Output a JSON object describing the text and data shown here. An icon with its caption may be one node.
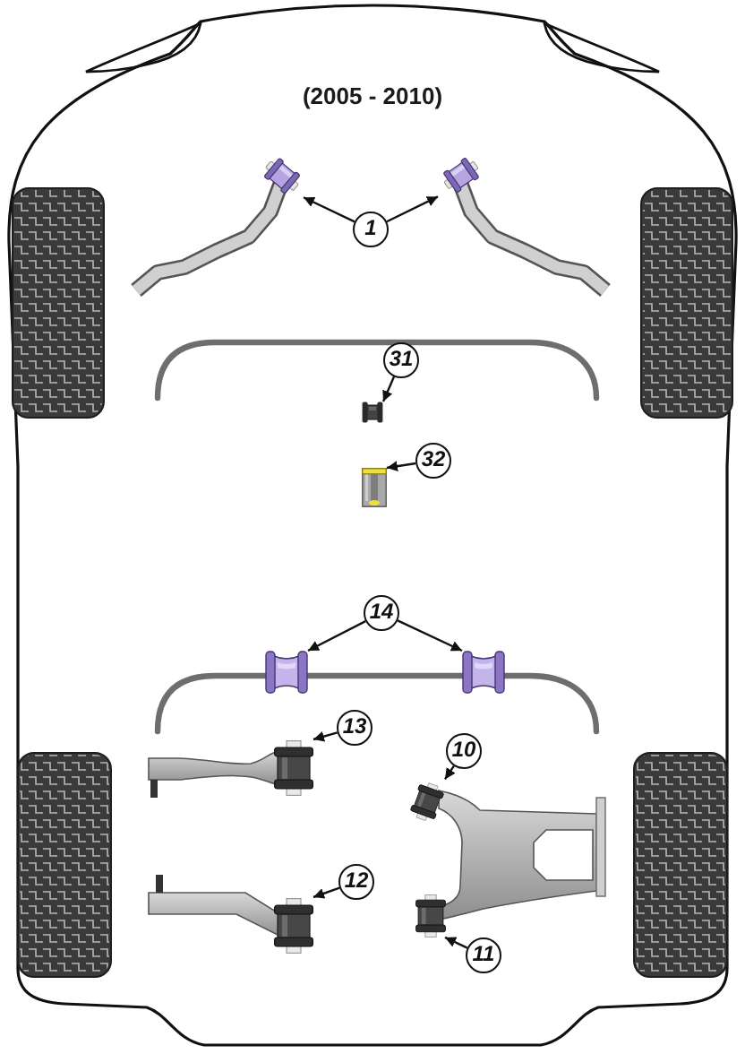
{
  "diagram": {
    "title": "(2005 - 2010)",
    "nodes": [
      {
        "text": [],
        "shape": "picture"
      },
      {
        "text": [],
        "shape": "picture"
      },
      {
        "text": [
          "1"
        ]
      },
      {
        "text": [
          "31"
        ]
      },
      {
        "text": [],
        "shape": "picture"
      },
      {
        "text": [
          "32"
        ]
      },
      {
        "text": [],
        "shape": "picture"
      },
      {
        "text": [
          "14"
        ]
      },
      {
        "text": [],
        "shape": "picture"
      },
      {
        "text": [],
        "shape": "picture"
      },
      {
        "text": [
          "13"
        ]
      },
      {
        "text": [],
        "shape": "picture"
      },
      {
        "text": [
          "10"
        ]
      },
      {
        "text": [],
        "shape": "picture"
      },
      {
        "text": [
          "12"
        ]
      },
      {
        "text": [],
        "shape": "picture"
      },
      {
        "text": [],
        "shape": "picture"
      },
      {
        "text": [
          "11"
        ]
      }
    ],
    "edges": [
      {
        "from": 2,
        "to": 0,
        "arrow": "to"
      },
      {
        "from": 2,
        "to": 1,
        "arrow": "to"
      },
      {
        "from": 3,
        "to": 4,
        "arrow": "to"
      },
      {
        "from": 5,
        "to": 6,
        "arrow": "to"
      },
      {
        "from": 7,
        "to": 8,
        "arrow": "to"
      },
      {
        "from": 7,
        "to": 9,
        "arrow": "to"
      },
      {
        "from": 10,
        "to": 11,
        "arrow": "to"
      },
      {
        "from": 12,
        "to": 13,
        "arrow": "to"
      },
      {
        "from": 14,
        "to": 15,
        "arrow": "to"
      },
      {
        "from": 17,
        "to": 16,
        "arrow": "to"
      }
    ]
  }
}
